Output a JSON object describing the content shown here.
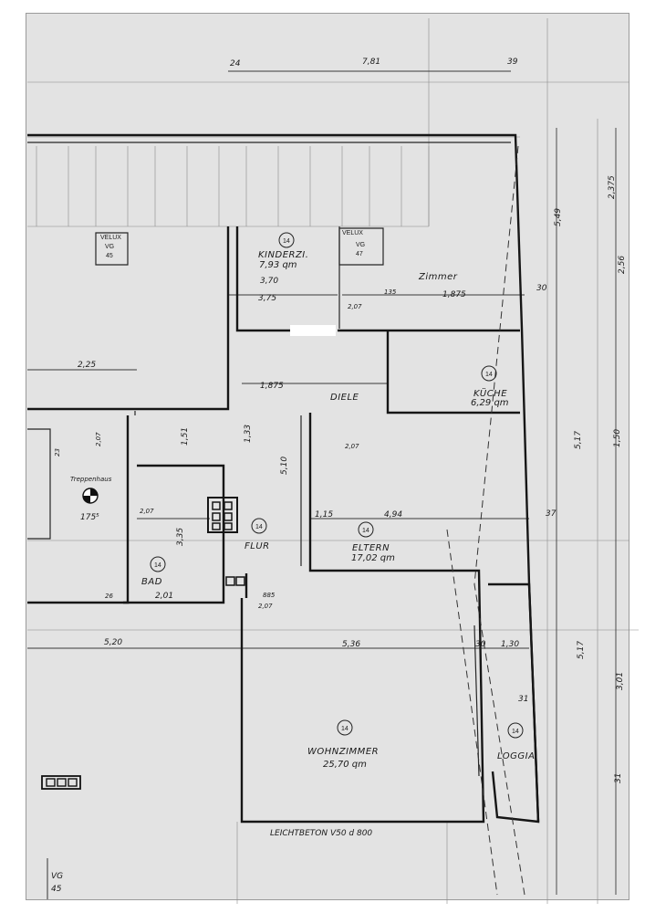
{
  "drawing": {
    "rooms": {
      "kinderzimmer": {
        "num": "14",
        "name": "KINDERZI.",
        "area": "7,93 qm"
      },
      "zimmer": {
        "name": "Zimmer"
      },
      "kueche": {
        "num": "14",
        "name": "KÜCHE",
        "area": "6,29 qm"
      },
      "diele": {
        "name": "DIELE"
      },
      "flur": {
        "num": "14",
        "name": "FLUR"
      },
      "eltern": {
        "num": "14",
        "name": "ELTERN",
        "area": "17,02 qm"
      },
      "bad": {
        "num": "14",
        "name": "BAD"
      },
      "wohnzimmer": {
        "num": "14",
        "name": "WOHNZIMMER",
        "area": "25,70 qm"
      },
      "loggia": {
        "num": "14",
        "name": "LOGGIA"
      },
      "treppenhaus": {
        "name": "Treppenhaus"
      }
    },
    "velux1": {
      "label": "VELUX",
      "code": "VG",
      "num": "45"
    },
    "velux2": {
      "label": "VELUX",
      "code": "VG",
      "num": "47"
    },
    "dimensions": {
      "top_781": "7,81",
      "top_24": "24",
      "top_39": "39",
      "kinder_370": "3,70",
      "kinder_375": "3,75",
      "d225": "2,25",
      "d1875": "1,875",
      "d2_875": "1,875",
      "d151": "1,51",
      "d133": "1,33",
      "d510": "5,10",
      "d494": "4,94",
      "d115": "1,15",
      "d1755": "175⁵",
      "d335": "3,35",
      "d201": "2,01",
      "d520": "5,20",
      "d536": "5,36",
      "d130": "1,30",
      "d30a": "30",
      "d30b": "30",
      "d37": "37",
      "d31": "31",
      "r549": "5,49",
      "r517a": "5,17",
      "r517b": "5,17",
      "r2375": "2,375",
      "r256": "2,56",
      "r150": "1,50",
      "r301": "3,01",
      "r31": "31",
      "d207a": "2,07",
      "d207b": "2,07",
      "d207c": "2,07",
      "d207d": "2,07",
      "d207e": "2,07",
      "d885": "885",
      "d135": "135",
      "d23": "23",
      "d26": "26"
    },
    "bottom_note": "LEICHTBETON V50 d 800",
    "corner_code": "VG",
    "corner_num": "45"
  }
}
